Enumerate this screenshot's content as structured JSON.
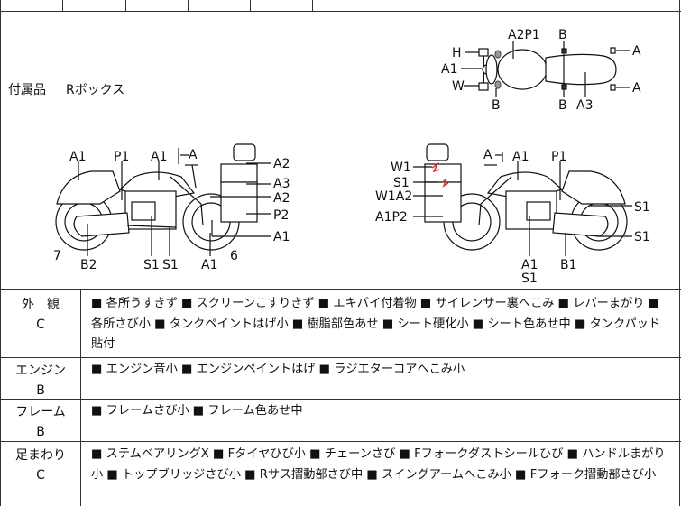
{
  "accessory": {
    "label": "付属品",
    "value": "Rボックス"
  },
  "diagram_labels": {
    "top_view": [
      "A2P1",
      "B",
      "H",
      "A",
      "A1",
      "W",
      "A",
      "B",
      "B",
      "A3"
    ],
    "left_side": [
      "A1",
      "P1",
      "A1",
      "A",
      "A2",
      "A3",
      "A2",
      "P2",
      "A1",
      "7",
      "B2",
      "S1",
      "S1",
      "A1",
      "6"
    ],
    "right_side": [
      "A",
      "A1",
      "P1",
      "W1",
      "S1",
      "W1A2",
      "A1P2",
      "S1",
      "S1",
      "A1",
      "S1",
      "B1"
    ]
  },
  "inspection": [
    {
      "category": "外　観",
      "grade": "C",
      "notes": "■ 各所うすきず ■ スクリーンこすりきず ■ エキパイ付着物 ■ サイレンサー裏へこみ ■ レバーまがり ■ 各所さび小 ■ タンクペイントはげ小 ■ 樹脂部色あせ ■ シート硬化小 ■ シート色あせ中 ■ タンクパッド貼付"
    },
    {
      "category": "エンジン",
      "grade": "B",
      "notes": "■ エンジン音小 ■ エンジンペイントはげ ■ ラジエターコアへこみ小"
    },
    {
      "category": "フレーム",
      "grade": "B",
      "notes": "■ フレームさび小 ■ フレーム色あせ中"
    },
    {
      "category": "足まわり",
      "grade": "C",
      "notes": "■ ステムベアリングX ■ Fタイヤひび小 ■ チェーンさび ■ Fフォークダストシールひび ■ ハンドルまがり小 ■ トップブリッジさび小 ■ Rサス摺動部さび中 ■ スイングアームへこみ小 ■ Fフォーク摺動部さび小"
    }
  ]
}
